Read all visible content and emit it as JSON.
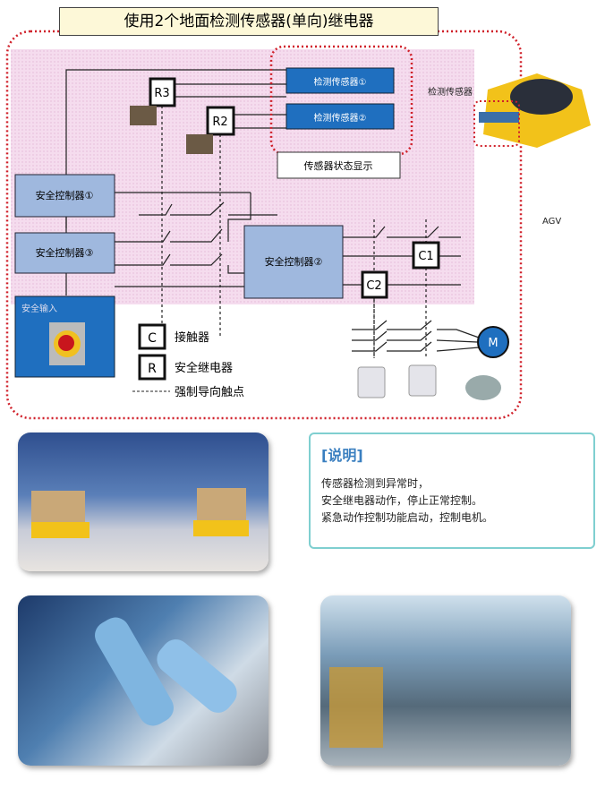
{
  "title": "使用2个地面检测传感器(单向)继电器",
  "diagram": {
    "sensor1": "检测传感器①",
    "sensor2": "检测传感器②",
    "sensor_label": "检测传感器",
    "agv_label": "AGV",
    "relay_r3": "R3",
    "relay_r2": "R2",
    "status_display": "传感器状态显示",
    "controller1": "安全控制器①",
    "controller2": "安全控制器②",
    "controller3": "安全控制器③",
    "contactor_c1": "C1",
    "contactor_c2": "C2",
    "safety_input": "安全输入",
    "motor": "M"
  },
  "legend": [
    {
      "symbol": "C",
      "label": "接触器"
    },
    {
      "symbol": "R",
      "label": "安全继电器"
    },
    {
      "symbol": "------",
      "label": "强制导向触点"
    }
  ],
  "note": {
    "heading": "[说明]",
    "lines": [
      "传感器检测到异常时，",
      "安全继电器动作，停止正常控制。",
      "紧急动作控制功能启动，控制电机。"
    ]
  },
  "colors": {
    "sensor_blue": "#1f6fbf",
    "controller_blue": "#9fb8de",
    "pink": "#f3d7ec",
    "red_dotted": "#d0202a"
  }
}
